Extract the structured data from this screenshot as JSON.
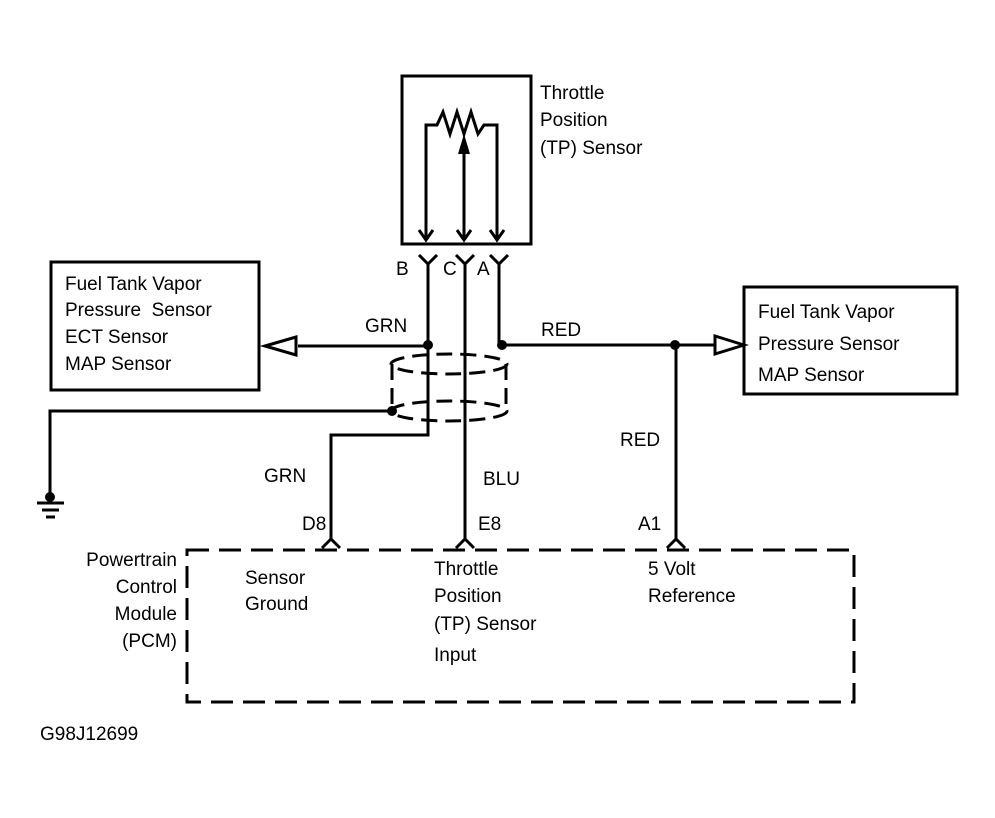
{
  "diagram": {
    "figure_id": "G98J12699",
    "tp_sensor": {
      "label_lines": [
        "Throttle",
        "Position",
        "(TP) Sensor"
      ],
      "terminals": [
        "B",
        "C",
        "A"
      ]
    },
    "left_box": {
      "lines": [
        "Fuel Tank Vapor",
        "Pressure  Sensor",
        "ECT Sensor",
        "MAP Sensor"
      ]
    },
    "right_box": {
      "lines": [
        "Fuel Tank Vapor",
        "Pressure Sensor",
        "MAP Sensor"
      ]
    },
    "wires": {
      "grn_top": "GRN",
      "red_top": "RED",
      "grn_bottom": "GRN",
      "blu": "BLU",
      "red_vertical": "RED"
    },
    "pcm": {
      "label_lines": [
        "Powertrain",
        "Control",
        "Module",
        "(PCM)"
      ],
      "pins": [
        {
          "id": "D8",
          "lines": [
            "Sensor",
            "Ground"
          ]
        },
        {
          "id": "E8",
          "lines": [
            "Throttle",
            "Position",
            "(TP) Sensor",
            "Input"
          ]
        },
        {
          "id": "A1",
          "lines": [
            "5 Volt",
            "Reference"
          ]
        }
      ]
    }
  }
}
